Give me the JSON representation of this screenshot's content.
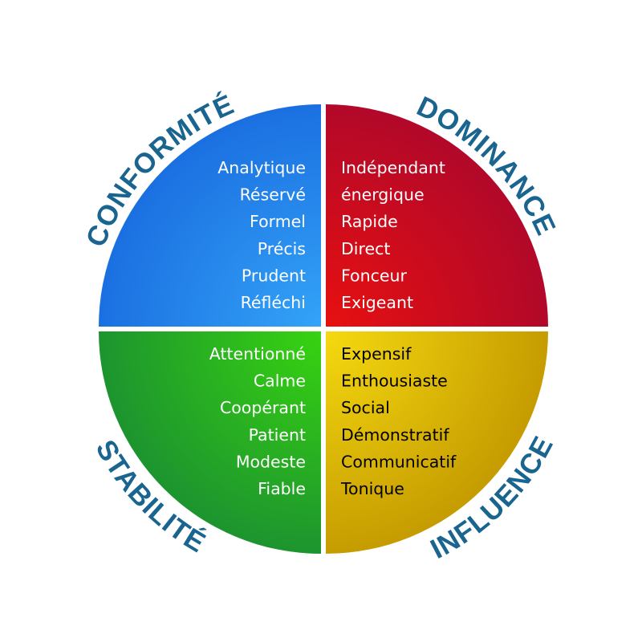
{
  "colors": {
    "label": "#1a6590",
    "conformite": [
      "#34a4f8",
      "#1a6ee0"
    ],
    "dominance": [
      "#e81010",
      "#b0082a"
    ],
    "stabilite": [
      "#38d410",
      "#1c9230"
    ],
    "influence": [
      "#f6da10",
      "#c49a00"
    ]
  },
  "quadrants": {
    "conformite": {
      "title": "CONFORMITÉ",
      "text_color": "#ffffff",
      "traits": [
        "Analytique",
        "Réservé",
        "Formel",
        "Précis",
        "Prudent",
        "Réfléchi"
      ]
    },
    "dominance": {
      "title": "DOMINANCE",
      "text_color": "#ffffff",
      "traits": [
        "Indépendant",
        "énergique",
        "Rapide",
        "Direct",
        "Fonceur",
        "Exigeant"
      ]
    },
    "stabilite": {
      "title": "STABILITÉ",
      "text_color": "#ffffff",
      "traits": [
        "Attentionné",
        "Calme",
        "Coopérant",
        "Patient",
        "Modeste",
        "Fiable"
      ]
    },
    "influence": {
      "title": "INFLUENCE",
      "text_color": "#000000",
      "traits": [
        "Expensif",
        "Enthousiaste",
        "Social",
        "Démonstratif",
        "Communicatif",
        "Tonique"
      ]
    }
  }
}
